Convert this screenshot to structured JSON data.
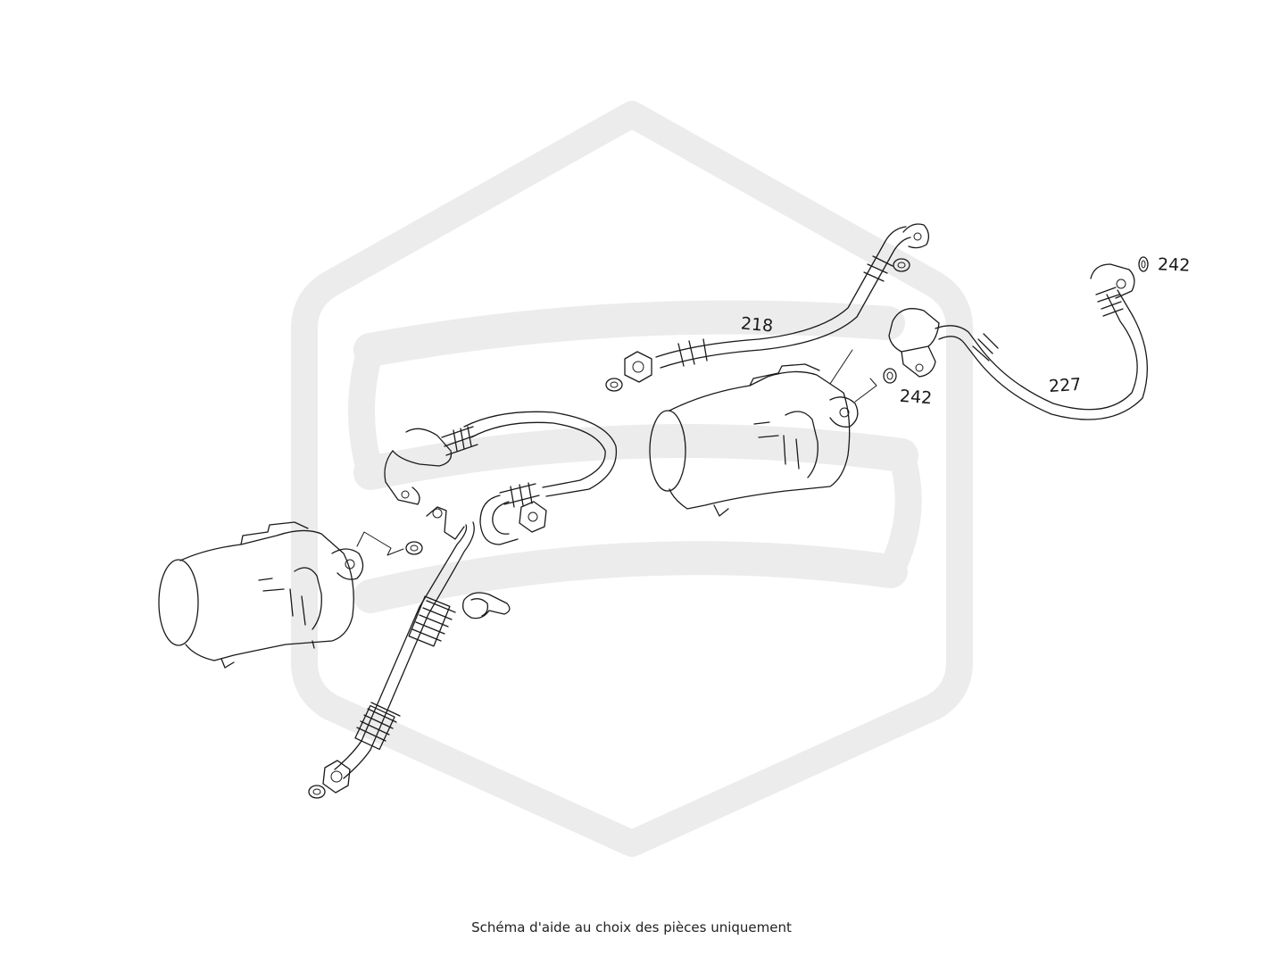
{
  "diagram": {
    "labels": [
      {
        "id": "hose-218",
        "text": "218"
      },
      {
        "id": "hose-227",
        "text": "227"
      },
      {
        "id": "seal-242-top",
        "text": "242"
      },
      {
        "id": "seal-242-mid",
        "text": "242"
      }
    ]
  },
  "caption": "Schéma d'aide au choix des pièces uniquement",
  "colors": {
    "line": "#1a1a1a",
    "watermark": "#ececec",
    "background": "#ffffff"
  }
}
